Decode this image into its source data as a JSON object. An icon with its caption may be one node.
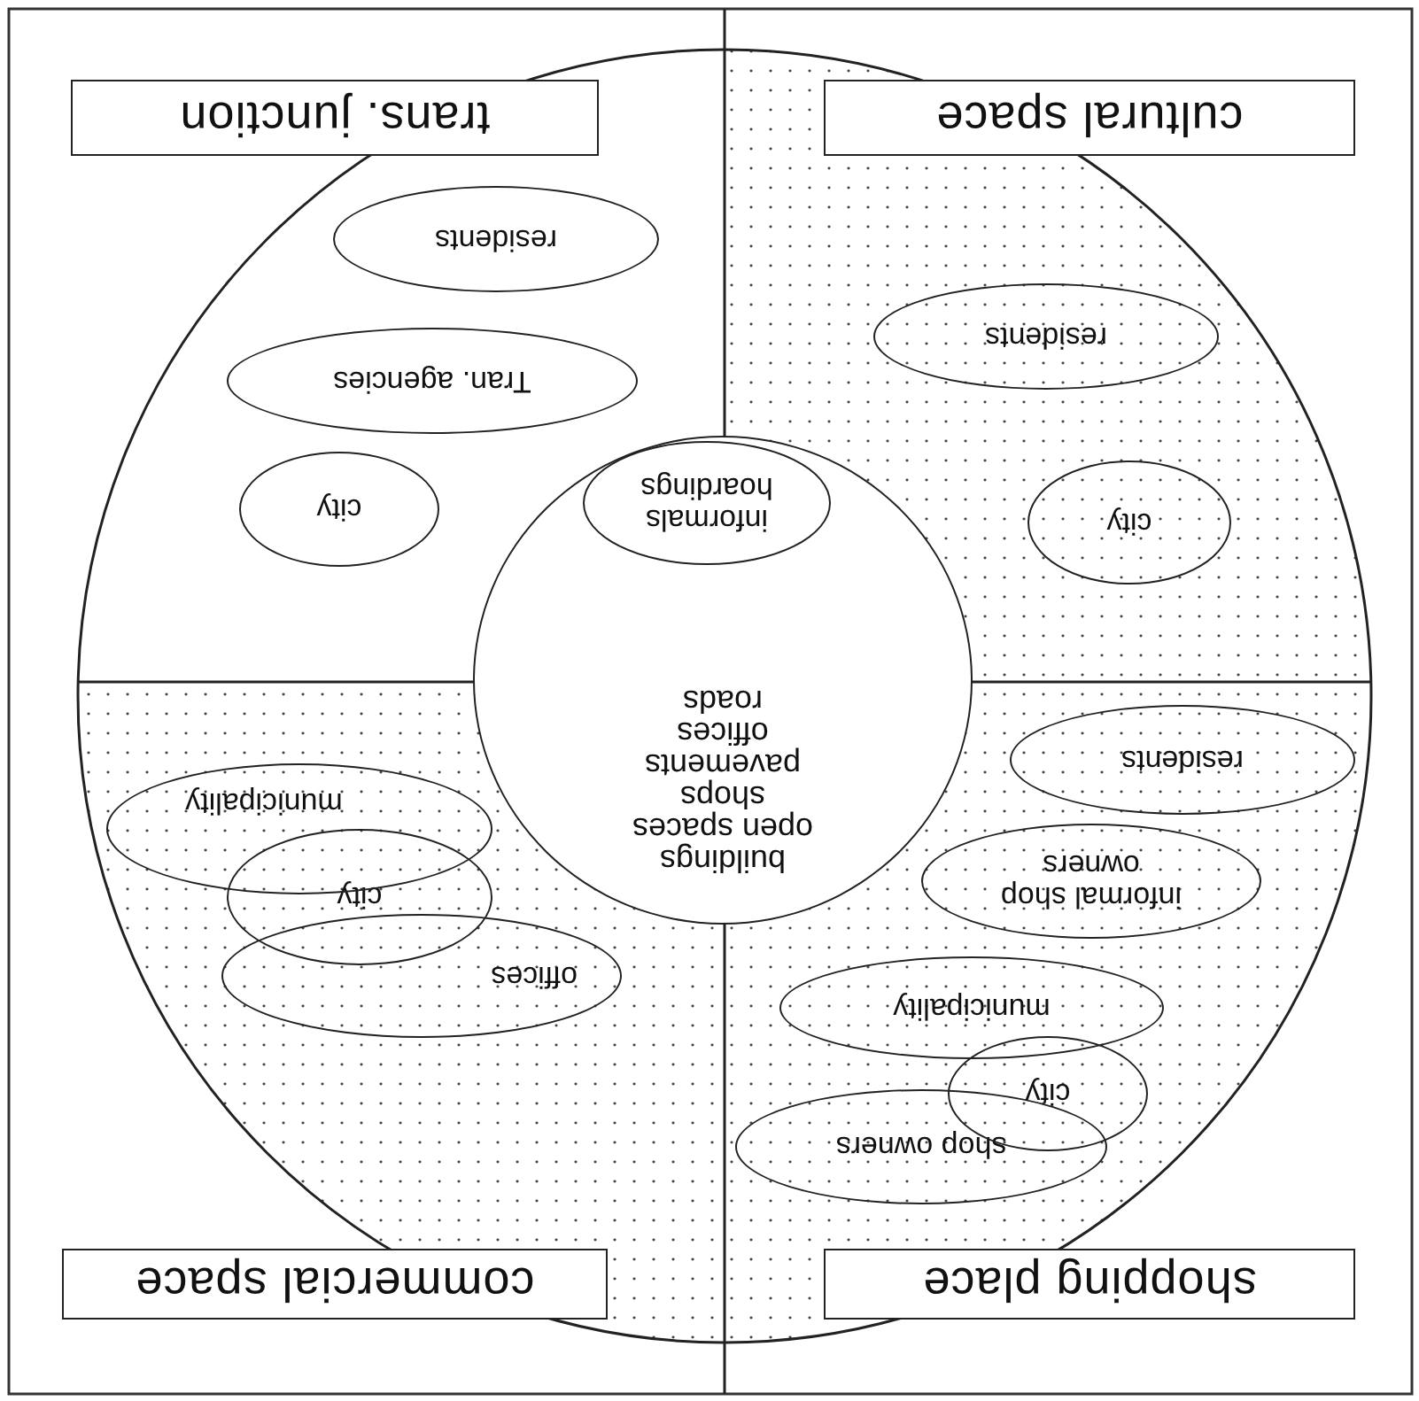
{
  "diagram": {
    "nodes": [
      {
        "text": [
          "shopping place"
        ]
      },
      {
        "text": [
          "commercial space"
        ]
      },
      {
        "text": [
          "buildings",
          "open spaces",
          "shops",
          "pavements",
          "offices",
          "roads"
        ]
      },
      {
        "text": [
          "informals hoardings"
        ],
        "in": 2
      },
      {
        "text": [
          "shop owners"
        ]
      },
      {
        "text": [
          "city"
        ]
      },
      {
        "text": [
          "municipality"
        ]
      },
      {
        "text": [
          "informal shop owners"
        ]
      },
      {
        "text": [
          "residents"
        ]
      },
      {
        "text": [
          "offices"
        ]
      },
      {
        "text": [
          "city"
        ]
      },
      {
        "text": [
          "municipality"
        ]
      },
      {
        "text": [
          "city"
        ]
      },
      {
        "text": [
          "residents"
        ]
      },
      {
        "text": [
          "city"
        ]
      },
      {
        "text": [
          "Tran. agencies"
        ]
      },
      {
        "text": [
          "residents"
        ]
      },
      {
        "text": [
          "cultural space"
        ]
      },
      {
        "text": [
          "trans. junction"
        ]
      }
    ]
  }
}
